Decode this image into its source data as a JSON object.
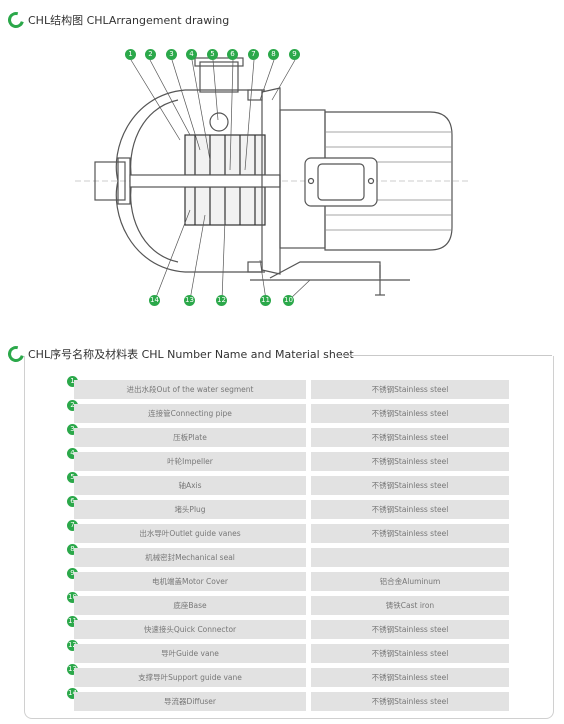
{
  "arrangement": {
    "title": "CHL结构图 CHLArrangement drawing"
  },
  "drawing": {
    "callouts_top": [
      "1",
      "2",
      "3",
      "4",
      "5",
      "6",
      "7",
      "8",
      "9"
    ],
    "callouts_bottom": [
      "14",
      "13",
      "12",
      "11",
      "10"
    ]
  },
  "material": {
    "title": "CHL序号名称及材料表 CHL Number  Name and Material sheet",
    "rows": [
      {
        "no": "1",
        "name": "进出水段Out of the water segment",
        "material": "不锈钢Stainless steel"
      },
      {
        "no": "2",
        "name": "连接管Connecting pipe",
        "material": "不锈钢Stainless steel"
      },
      {
        "no": "3",
        "name": "压板Plate",
        "material": "不锈钢Stainless steel"
      },
      {
        "no": "4",
        "name": "叶轮Impeller",
        "material": "不锈钢Stainless steel"
      },
      {
        "no": "5",
        "name": "轴Axis",
        "material": "不锈钢Stainless steel"
      },
      {
        "no": "6",
        "name": "堵头Plug",
        "material": "不锈钢Stainless steel"
      },
      {
        "no": "7",
        "name": "出水导叶Outlet guide vanes",
        "material": "不锈钢Stainless steel"
      },
      {
        "no": "8",
        "name": "机械密封Mechanical seal",
        "material": ""
      },
      {
        "no": "9",
        "name": "电机端盖Motor Cover",
        "material": "铝合金Aluminum"
      },
      {
        "no": "10",
        "name": "底座Base",
        "material": "铸铁Cast iron"
      },
      {
        "no": "11",
        "name": "快速接头Quick Connector",
        "material": "不锈钢Stainless steel"
      },
      {
        "no": "12",
        "name": "导叶Guide vane",
        "material": "不锈钢Stainless steel"
      },
      {
        "no": "13",
        "name": "支撑导叶Support guide vane",
        "material": "不锈钢Stainless steel"
      },
      {
        "no": "14",
        "name": "导流器Diffuser",
        "material": "不锈钢Stainless steel"
      }
    ]
  }
}
